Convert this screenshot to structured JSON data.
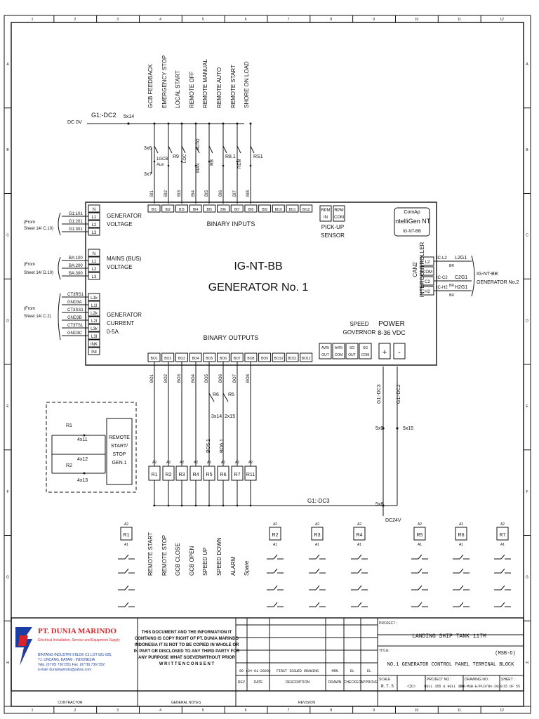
{
  "colors": {
    "ink": "#111111",
    "logo_blue": "#1b3fa0",
    "logo_red": "#d8232a"
  },
  "grid": {
    "cols": [
      "1",
      "2",
      "3",
      "4",
      "5",
      "6",
      "7",
      "8",
      "9",
      "10",
      "11",
      "12"
    ],
    "rows": [
      "A",
      "B",
      "C",
      "D",
      "E",
      "F",
      "G",
      "H"
    ]
  },
  "inputs": {
    "labels": [
      "GCB FEEDBACK",
      "EMERGENCY STOP",
      "LOCAL START",
      "REMOTE OFF",
      "REMOTE MANUAL",
      "REMOTE AUTO",
      "REMOTE START",
      "SHORE ON LOAD"
    ],
    "dc_label": "DC 0V",
    "g1dc2": "G1:-DC2",
    "x5x14": "5x14",
    "x3x6": "3x6",
    "x3x7": "3x7",
    "gcb_label": "1GCB",
    "aux_label": "Aux",
    "r9": "R9",
    "loc": "LOC",
    "auto": "AUTO",
    "man": "MAN",
    "r8": "R8",
    "r81": "R8.1",
    "rem": "REM",
    "rs1": "RS1",
    "bi_wires": [
      "BI1",
      "BI2",
      "BI3",
      "BI4",
      "BI5",
      "BI6",
      "BI7",
      "BI8"
    ],
    "bi_terms": [
      "BI1",
      "BI2",
      "BI3",
      "BI4",
      "BI5",
      "BI6",
      "BI7",
      "BI8",
      "BI9",
      "BI10",
      "BI11",
      "BI12"
    ]
  },
  "controller": {
    "title_line1": "IG-NT-BB",
    "title_line2": "GENERATOR No. 1",
    "binary_inputs": "BINARY INPUTS",
    "binary_outputs": "BINARY OUTPUTS",
    "pickup_line1": "PICK-UP",
    "pickup_line2": "SENSOR",
    "rpm_in": [
      "RPM",
      "IN"
    ],
    "rpm_com": [
      "RPM",
      "COM"
    ],
    "comap": "ComAp",
    "intelligen": "IntelliGen NT",
    "ig_nt_bb": "IG-NT-BB",
    "can2": "CAN2",
    "intercontroller": "INTERCONTROLLER",
    "can_terms": [
      "L2",
      "COM",
      "C2",
      "H2"
    ],
    "can_codes": [
      "IC-L2",
      "IC-C2",
      "IC-H2"
    ],
    "can_wires": [
      "L2G1",
      "C2G1",
      "H2G1"
    ],
    "can_brown": [
      "BR",
      "BR",
      "BR"
    ],
    "can_target_line1": "IG-NT-BB",
    "can_target_line2": "GENERATOR No.2",
    "gen_voltage": [
      "GENERATOR",
      "VOLTAGE"
    ],
    "mains_voltage": [
      "MAINS (BUS)",
      "VOLTAGE"
    ],
    "gen_current": [
      "GENERATOR",
      "CURRENT",
      "0-5A"
    ],
    "volt_terms": [
      "N",
      "L1",
      "L2",
      "L3"
    ],
    "curr_terms": [
      "L1k",
      "L1l",
      "L2k",
      "L2l",
      "L3k",
      "L3l",
      "INK",
      "INI"
    ],
    "gen_wires": [
      "G1:101",
      "G1:201",
      "G1:301"
    ],
    "bus_wires": [
      "BA:100",
      "BA:200",
      "BA:300"
    ],
    "ct_wires": [
      "CT3RS1",
      "GND3A",
      "CT3SS1",
      "GND3B",
      "CT3TS1",
      "GND3C"
    ],
    "from_sheet": [
      "(From",
      "Sheet 14/ C.10)",
      "(From",
      "Sheet 14/ D.10)",
      "(From",
      "Sheet 14/ C.2)"
    ],
    "speed_governor": [
      "SPEED",
      "GOVERNOR"
    ],
    "power": [
      "POWER",
      "8-36 VDC"
    ],
    "avr_sg": [
      [
        "AVRi",
        "OUT"
      ],
      [
        "AVRi",
        "COM"
      ],
      [
        "SG",
        "OUT"
      ],
      [
        "SG",
        "COM"
      ]
    ],
    "plus": "+",
    "minus": "-",
    "bo_terms": [
      "BO1",
      "BO2",
      "BO3",
      "BO4",
      "BO5",
      "BO6",
      "BO7",
      "BO8",
      "BO9",
      "BO10",
      "BO11",
      "BO12"
    ]
  },
  "outputs": {
    "bo_wires": [
      "BO1",
      "BO2",
      "BO3",
      "BO4",
      "BO5",
      "BO6",
      "BO7",
      "BO8"
    ],
    "relays": [
      "R1",
      "R2",
      "R3",
      "R4",
      "R5",
      "R6",
      "R7",
      "R11"
    ],
    "a2": "A2",
    "r6": "R6",
    "r5": "R5",
    "x3x14": "3x14",
    "x2x15": "2x15",
    "bo51": "BO5.1",
    "bo61": "BO6.1",
    "labels": [
      "REMOTE START",
      "REMOTE STOP",
      "GCB CLOSE",
      "GCB OPEN",
      "SPEED UP",
      "SPEED DOWN",
      "ALARM",
      "Spare"
    ],
    "g1dc3": "G1:-DC3",
    "g1dc3b": "G1:-DC3",
    "g1dc2b": "G1:-DC2",
    "x5x9": "5x9",
    "x5x15": "5x15",
    "x5x8": "5x8",
    "dc24v": "DC24V"
  },
  "remote": {
    "title": [
      "REMOTE",
      "START/",
      "STOP",
      "GEN.1"
    ],
    "r1": "R1",
    "r2": "R2",
    "x4x11": "4x11",
    "x4x12": "4x12",
    "x4x13": "4x13"
  },
  "contacts": {
    "relays": [
      "R1",
      "R2",
      "R3",
      "R4",
      "R5",
      "R6",
      "R7"
    ],
    "a1": "A1",
    "a2": "A2"
  },
  "title_block": {
    "company": "PT. DUNIA MARINDO",
    "tagline": "Electrical Installation, Service and Equipment Supply",
    "address": [
      "BINTANG INDUSTRI II BLOK C1 LOT 621-625,",
      "TJ. UNCANG, BATAM - INDONESIA",
      "Telp. (0778) 7367351 Fax. (0778) 7367352",
      "e-mail: duniamarindo@yahoo.com"
    ],
    "notice": [
      "THIS DOCUMENT AND THE INFORMATION IT",
      "CONTAINS IS COPY RIGHT OF PT. DUNIA MARINDO",
      "INDONESIA IT IS NOT TO BE COPIED IN WHOLE OR",
      "IN PART OR DISCLOSED TO ANY THIRD PARTY FOR",
      "ANY PURPOSE WHAT SOEVERWITHOUT PRIOR",
      "W R I T T E N   C O N S E N T"
    ],
    "rev_row": [
      "00",
      "(24-01-2020)",
      "FIRST ISSUED DRAWING",
      "MRN",
      "EL",
      "EL"
    ],
    "rev_heads": [
      "REV",
      "DATE",
      "DESCRIPTION",
      "DRAWN",
      "CHECKED",
      "APPROVE"
    ],
    "project_label": "PROJECT :",
    "project": "LANDING SHIP TANK 117M",
    "title_label": "TITLE :",
    "panel": "(MSB-D)",
    "title_text": "NO.1 GENERATOR CONTROL PANEL TERMINAL BLOCK",
    "scale_label": "SCALE",
    "scale": "N.T.S",
    "project_no_label": "PROJECT NO :",
    "project_no": "HULL 355 & HULL 356",
    "drawing_no_label": "DRAWING NO :",
    "drawing_no": "DM-MSB-E/PLD/No-2020",
    "sheet_label": "SHEET :",
    "sheet": "15 OF 55",
    "footer": [
      "CONTRACTOR",
      "GENERAL NOTES",
      "REVISION"
    ]
  }
}
